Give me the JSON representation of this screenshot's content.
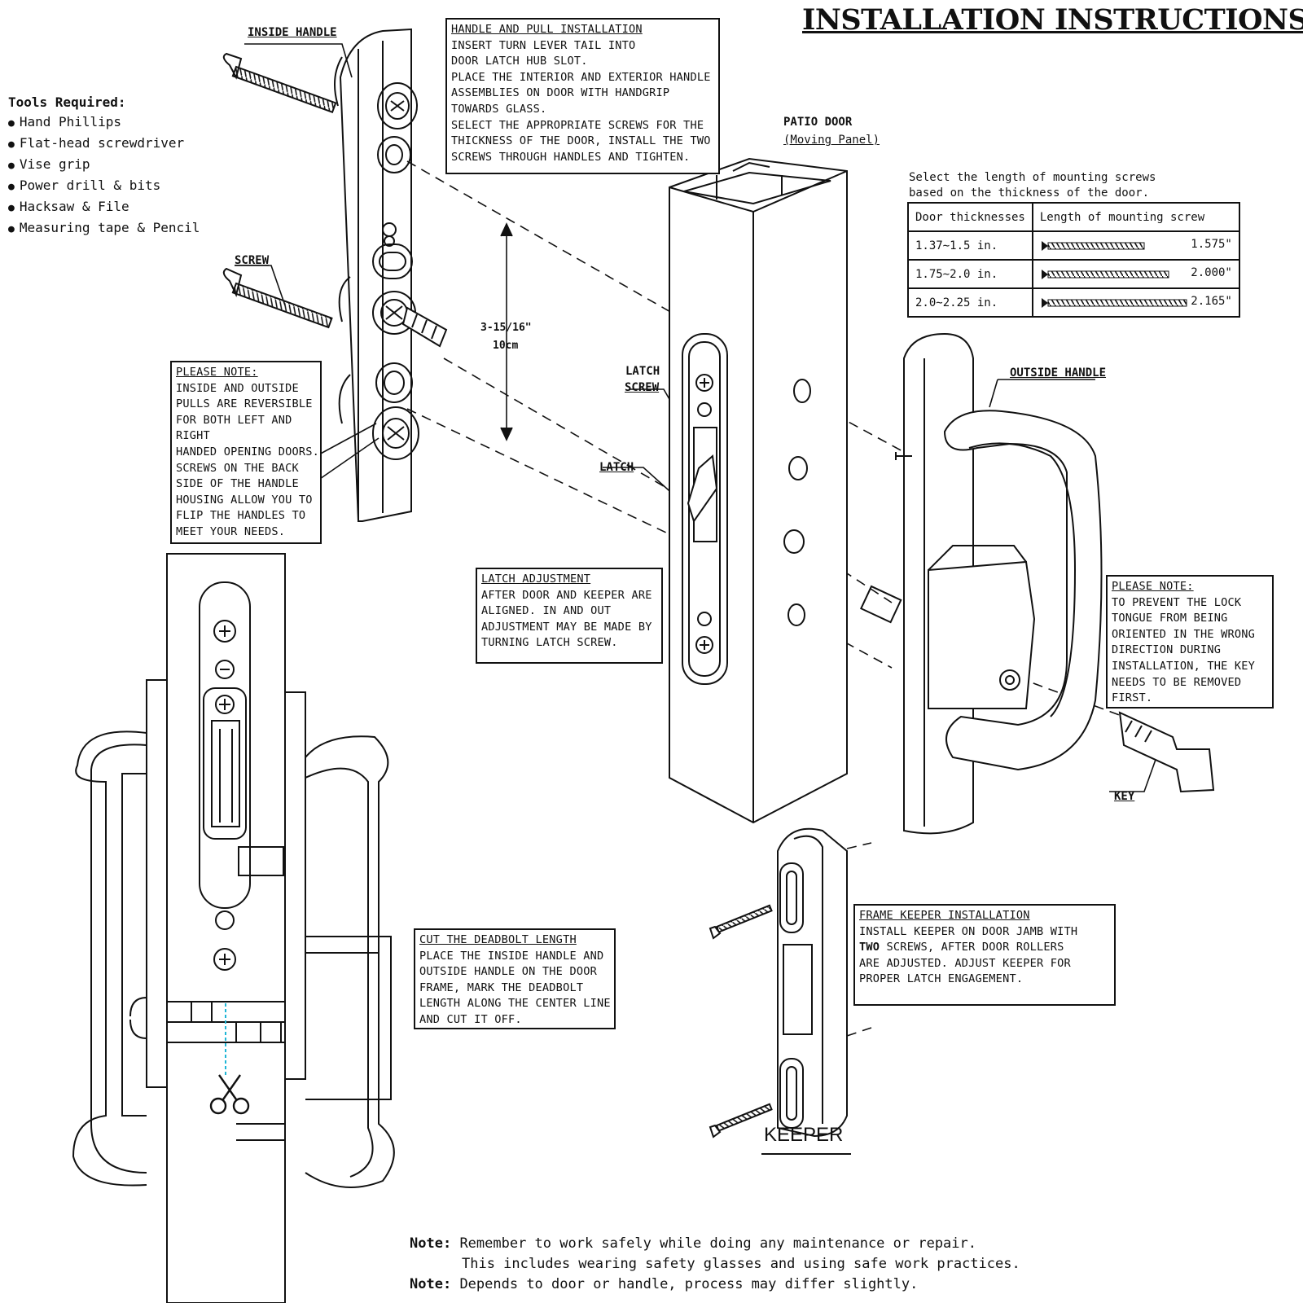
{
  "title": "INSTALLATION INSTRUCTIONS",
  "tools": {
    "heading": "Tools Required:",
    "items": [
      "Hand Phillips",
      "Flat-head screwdriver",
      "Vise grip",
      "Power drill & bits",
      "Hacksaw & File",
      "Measuring tape & Pencil"
    ]
  },
  "labels": {
    "inside_handle": "INSIDE HANDLE",
    "screw": "SCREW",
    "patio_door_1": "PATIO DOOR",
    "patio_door_2": "(Moving Panel)",
    "dimension_1": "3-15/16\"",
    "dimension_2": "10cm",
    "latch_screw_1": "LATCH",
    "latch_screw_2": "SCREW",
    "latch": "LATCH",
    "outside_handle": "OUTSIDE HANDLE",
    "key": "KEY",
    "keeper": "KEEPER"
  },
  "handle_box": {
    "title": "HANDLE AND PULL INSTALLATION",
    "lines": [
      "INSERT TURN LEVER TAIL INTO",
      "DOOR LATCH HUB SLOT.",
      "PLACE THE INTERIOR AND EXTERIOR HANDLE",
      "ASSEMBLIES ON DOOR WITH HANDGRIP",
      "TOWARDS GLASS.",
      "SELECT THE APPROPRIATE SCREWS FOR THE",
      "THICKNESS OF THE DOOR, INSTALL THE TWO",
      "SCREWS THROUGH HANDLES AND TIGHTEN."
    ]
  },
  "reversible_box": {
    "title": "PLEASE NOTE:",
    "lines": [
      "INSIDE AND OUTSIDE",
      "PULLS ARE REVERSIBLE",
      "FOR BOTH LEFT AND",
      "RIGHT",
      "HANDED OPENING DOORS.",
      "SCREWS ON THE BACK",
      "SIDE OF THE HANDLE",
      "HOUSING ALLOW YOU TO",
      "FLIP THE HANDLES TO",
      "MEET YOUR NEEDS."
    ]
  },
  "latch_box": {
    "title": "LATCH ADJUSTMENT",
    "lines": [
      "AFTER DOOR AND KEEPER ARE",
      "ALIGNED. IN AND OUT",
      "ADJUSTMENT MAY BE MADE BY",
      "TURNING LATCH SCREW."
    ]
  },
  "key_box": {
    "title": "PLEASE NOTE:",
    "lines": [
      "TO PREVENT THE LOCK",
      "TONGUE FROM BEING",
      "ORIENTED IN THE WRONG",
      "DIRECTION DURING",
      "INSTALLATION, THE KEY",
      "NEEDS TO BE REMOVED",
      "FIRST."
    ]
  },
  "deadbolt_box": {
    "title": "CUT THE DEADBOLT LENGTH",
    "lines": [
      "PLACE THE INSIDE HANDLE AND",
      "OUTSIDE HANDLE ON THE DOOR",
      "FRAME, MARK THE DEADBOLT",
      "LENGTH ALONG THE CENTER LINE",
      "AND CUT IT OFF."
    ]
  },
  "keeper_box": {
    "title": "FRAME KEEPER INSTALLATION",
    "line1_pre": "INSTALL KEEPER ON DOOR JAMB WITH",
    "line2_bold": "TWO",
    "line2_rest": " SCREWS, AFTER DOOR ROLLERS",
    "lines": [
      "ARE ADJUSTED. ADJUST KEEPER FOR",
      "PROPER LATCH ENGAGEMENT."
    ]
  },
  "screw_table": {
    "intro_1": "Select the length of mounting screws",
    "intro_2": "based on the thickness of the door.",
    "headers": [
      "Door thicknesses",
      "Length of mounting screw"
    ],
    "rows": [
      {
        "thickness": "1.37∼1.5 in.",
        "length": "1.575\""
      },
      {
        "thickness": "1.75∼2.0 in.",
        "length": "2.000\""
      },
      {
        "thickness": "2.0∼2.25 in.",
        "length": "2.165\""
      }
    ]
  },
  "notes": {
    "label": "Note:",
    "note1_line1": "Remember to work safely while doing any maintenance or repair.",
    "note1_line2": "This includes wearing safety glasses and using safe  work practices.",
    "note2": "Depends to door or handle, process may differ slightly."
  },
  "colors": {
    "ink": "#111111",
    "cut_line": "#1fb6d6"
  }
}
